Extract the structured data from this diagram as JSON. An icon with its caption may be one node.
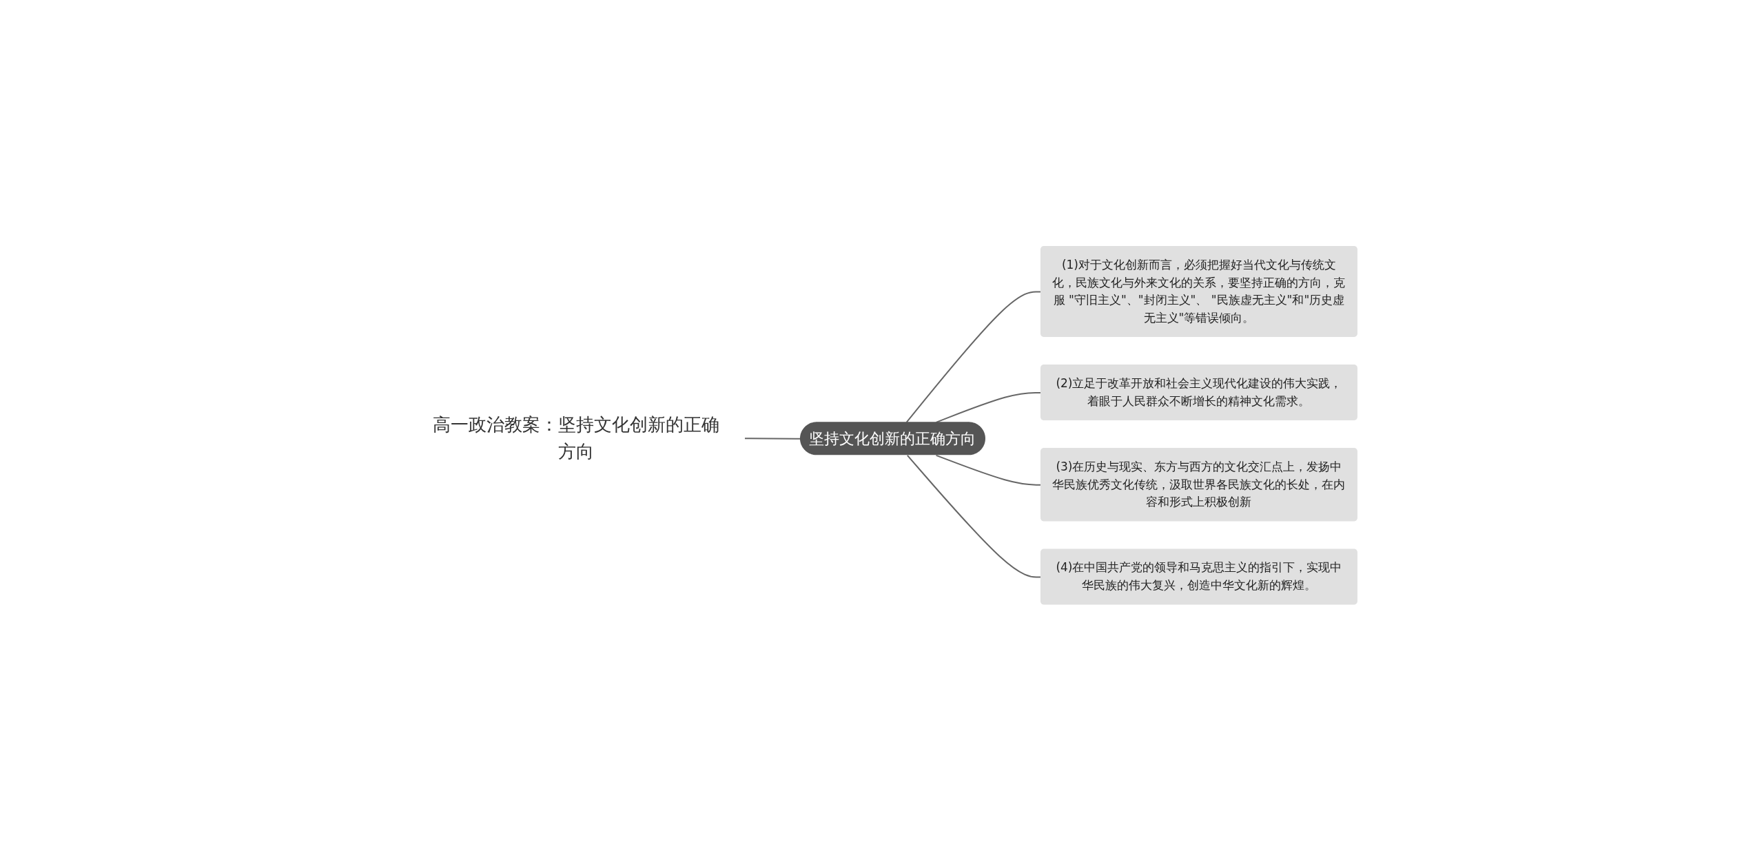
{
  "diagram": {
    "nodes": [
      {
        "text": [
          "高一政治教案：坚持文化创新的正确方向"
        ]
      },
      {
        "text": [
          "坚持文化创新的正确方向"
        ]
      },
      {
        "text": [
          "(1)对于文化创新而言，必须把握好当代文化与传统文化，民族文化与外来文化的关系，要坚持正确的方向，克服 \"守旧主义\"、\"封闭主义\"、 \"民族虚无主义\"和\"历史虚无主义\"等错误倾向。"
        ]
      },
      {
        "text": [
          "(2)立足于改革开放和社会主义现代化建设的伟大实践，着眼于人民群众不断增长的精神文化需求。"
        ]
      },
      {
        "text": [
          "(3)在历史与现实、东方与西方的文化交汇点上，发扬中华民族优秀文化传统，汲取世界各民族文化的长处，在内容和形式上积极创新"
        ]
      },
      {
        "text": [
          "(4)在中国共产党的领导和马克思主义的指引下，实现中华民族的伟大复兴，创造中华文化新的辉煌。"
        ]
      }
    ],
    "edges": [
      {
        "from": 0,
        "to": 1,
        "arrow": "none"
      },
      {
        "from": 1,
        "to": 2,
        "arrow": "none"
      },
      {
        "from": 1,
        "to": 3,
        "arrow": "none"
      },
      {
        "from": 1,
        "to": 4,
        "arrow": "none"
      },
      {
        "from": 1,
        "to": 5,
        "arrow": "none"
      }
    ]
  }
}
